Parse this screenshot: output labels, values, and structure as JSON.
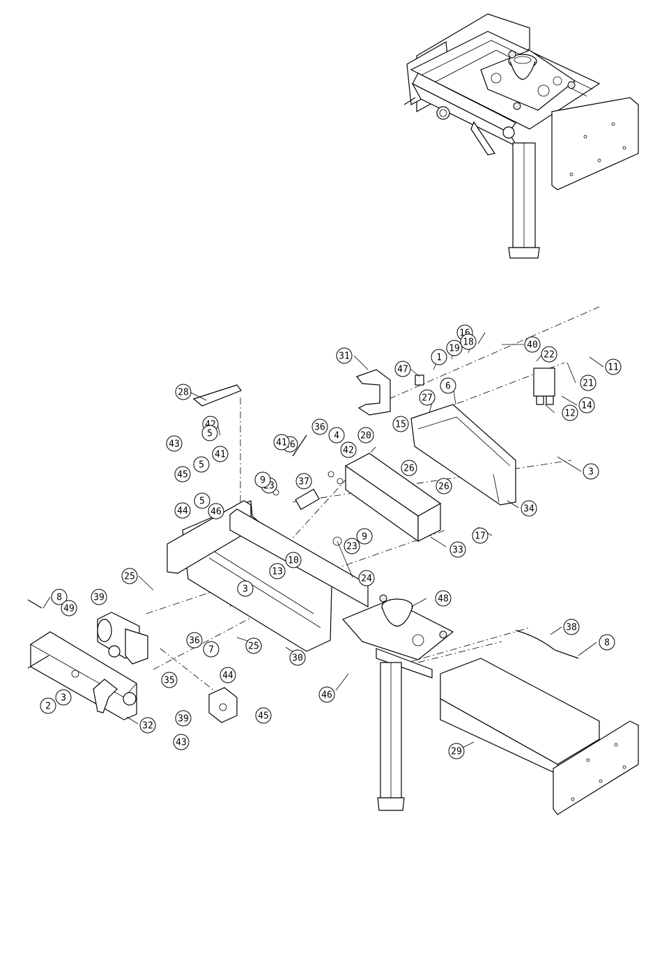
{
  "balloons": [
    {
      "label": "16"
    },
    {
      "label": "40"
    },
    {
      "label": "18"
    },
    {
      "label": "19"
    },
    {
      "label": "1"
    },
    {
      "label": "47"
    },
    {
      "label": "22"
    },
    {
      "label": "11"
    },
    {
      "label": "21"
    },
    {
      "label": "14"
    },
    {
      "label": "12"
    },
    {
      "label": "31"
    },
    {
      "label": "6"
    },
    {
      "label": "27"
    },
    {
      "label": "28"
    },
    {
      "label": "42"
    },
    {
      "label": "5"
    },
    {
      "label": "43"
    },
    {
      "label": "41"
    },
    {
      "label": "5"
    },
    {
      "label": "45"
    },
    {
      "label": "5"
    },
    {
      "label": "46"
    },
    {
      "label": "44"
    },
    {
      "label": "16"
    },
    {
      "label": "36"
    },
    {
      "label": "4"
    },
    {
      "label": "41"
    },
    {
      "label": "15"
    },
    {
      "label": "20"
    },
    {
      "label": "42"
    },
    {
      "label": "26"
    },
    {
      "label": "3"
    },
    {
      "label": "23"
    },
    {
      "label": "9"
    },
    {
      "label": "37"
    },
    {
      "label": "26"
    },
    {
      "label": "34"
    },
    {
      "label": "17"
    },
    {
      "label": "9"
    },
    {
      "label": "23"
    },
    {
      "label": "33"
    },
    {
      "label": "24"
    },
    {
      "label": "10"
    },
    {
      "label": "13"
    },
    {
      "label": "3"
    },
    {
      "label": "25"
    },
    {
      "label": "8"
    },
    {
      "label": "39"
    },
    {
      "label": "49"
    },
    {
      "label": "48"
    },
    {
      "label": "36"
    },
    {
      "label": "7"
    },
    {
      "label": "25"
    },
    {
      "label": "30"
    },
    {
      "label": "35"
    },
    {
      "label": "44"
    },
    {
      "label": "38"
    },
    {
      "label": "8"
    },
    {
      "label": "3"
    },
    {
      "label": "2"
    },
    {
      "label": "32"
    },
    {
      "label": "39"
    },
    {
      "label": "45"
    },
    {
      "label": "43"
    },
    {
      "label": "46"
    },
    {
      "label": "29"
    }
  ]
}
